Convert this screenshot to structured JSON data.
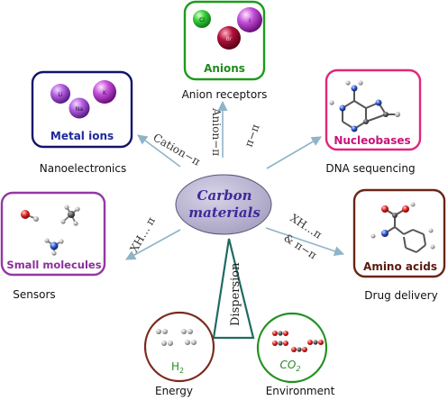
{
  "center": {
    "line1": "Carbon",
    "line2": "materials",
    "fill": "#b9b4cf",
    "text_color": "#3f2a9a"
  },
  "colors": {
    "arrow": "#8fb4c9",
    "metal_border": "#12146a",
    "anion_border": "#1d9b1d",
    "nucleobase_border": "#e0277a",
    "small_molecule_border": "#9338a4",
    "amino_border": "#6a2616",
    "energy_border": "#7a2a1c",
    "environment_border": "#21901f",
    "triangle": "#1f6b62"
  },
  "boxes": {
    "metal": {
      "title": "Metal ions",
      "caption": "Nanoelectronics",
      "interaction": "Cation−π",
      "title_color": "#1f2a9b",
      "atoms": [
        "Li",
        "Na",
        "K"
      ]
    },
    "anion": {
      "title": "Anions",
      "caption": "Anion receptors",
      "interaction": "Anion−π",
      "title_color": "#1f8a1f",
      "atoms": [
        "Cl",
        "Br",
        "I"
      ]
    },
    "nucleobase": {
      "title": "Nucleobases",
      "caption": "DNA sequencing",
      "interaction": "π−π",
      "title_color": "#c8147a"
    },
    "small_molecule": {
      "title": "Small molecules",
      "caption": "Sensors",
      "interaction": "XH… π",
      "title_color": "#8a2f9a"
    },
    "amino": {
      "title": "Amino acids",
      "caption": "Drug delivery",
      "interaction_line1": "XH…π",
      "interaction_line2": "& π−π",
      "title_color": "#5a1a0e"
    }
  },
  "dispersion": "Dispersion",
  "energy": {
    "label_main": "H",
    "label_sub": "2",
    "caption": "Energy",
    "label_color": "#2a8a2a"
  },
  "environment": {
    "label_main": "CO",
    "label_sub": "2",
    "caption": "Environment",
    "label_color": "#2a8a2a"
  }
}
